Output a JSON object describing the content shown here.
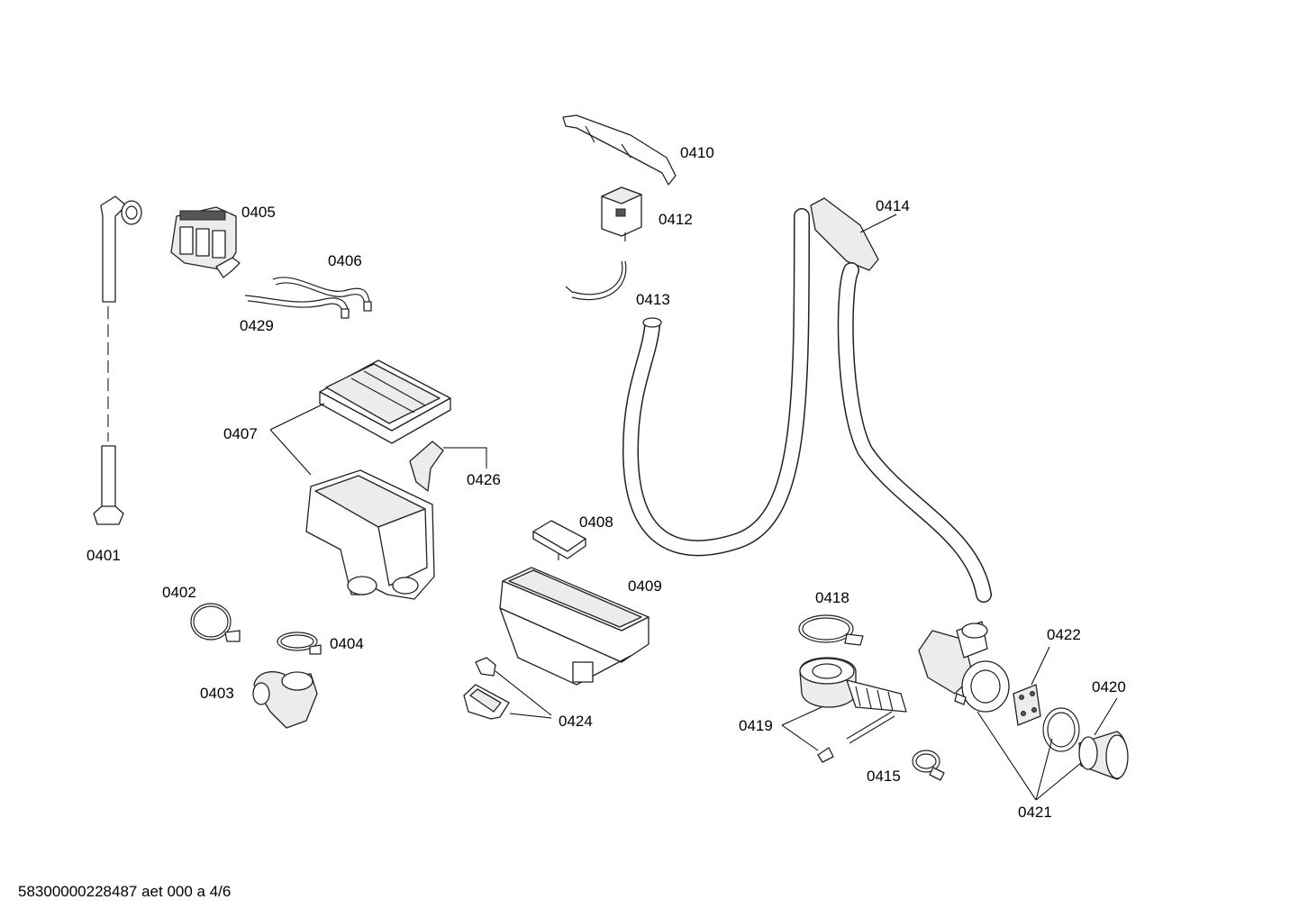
{
  "diagram": {
    "labels": {
      "p0401": "0401",
      "p0402": "0402",
      "p0403": "0403",
      "p0404": "0404",
      "p0405": "0405",
      "p0406": "0406",
      "p0407": "0407",
      "p0408": "0408",
      "p0409": "0409",
      "p0410": "0410",
      "p0412": "0412",
      "p0413": "0413",
      "p0414": "0414",
      "p0415": "0415",
      "p0418": "0418",
      "p0419": "0419",
      "p0420": "0420",
      "p0421": "0421",
      "p0422": "0422",
      "p0424": "0424",
      "p0426": "0426",
      "p0429": "0429"
    }
  },
  "footer": {
    "text": "58300000228487 aet 000 a 4/6"
  }
}
